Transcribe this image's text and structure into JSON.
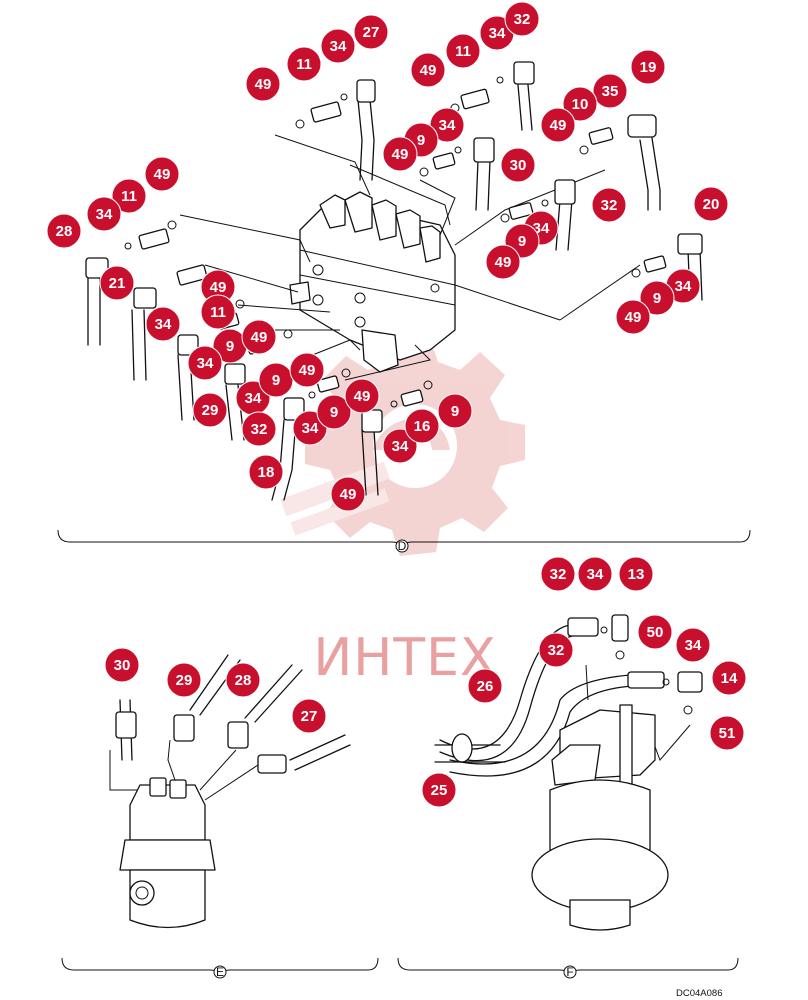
{
  "colors": {
    "callout": "#c8102e",
    "watermark": "#e8a0a0",
    "line": "#111111"
  },
  "watermark": {
    "text": "ИНТЕХ"
  },
  "sections": [
    {
      "id": "D",
      "letter": "D"
    },
    {
      "id": "E",
      "letter": "E"
    },
    {
      "id": "F",
      "letter": "F"
    }
  ],
  "drawing_code": "DC04A086",
  "callouts": [
    {
      "label": "49"
    },
    {
      "label": "11"
    },
    {
      "label": "34"
    },
    {
      "label": "27"
    },
    {
      "label": "49"
    },
    {
      "label": "11"
    },
    {
      "label": "34"
    },
    {
      "label": "32"
    },
    {
      "label": "19"
    },
    {
      "label": "35"
    },
    {
      "label": "10"
    },
    {
      "label": "49"
    },
    {
      "label": "34"
    },
    {
      "label": "9"
    },
    {
      "label": "49"
    },
    {
      "label": "30"
    },
    {
      "label": "49"
    },
    {
      "label": "11"
    },
    {
      "label": "34"
    },
    {
      "label": "28"
    },
    {
      "label": "32"
    },
    {
      "label": "34"
    },
    {
      "label": "9"
    },
    {
      "label": "49"
    },
    {
      "label": "20"
    },
    {
      "label": "21"
    },
    {
      "label": "49"
    },
    {
      "label": "11"
    },
    {
      "label": "34"
    },
    {
      "label": "34"
    },
    {
      "label": "9"
    },
    {
      "label": "49"
    },
    {
      "label": "9"
    },
    {
      "label": "49"
    },
    {
      "label": "34"
    },
    {
      "label": "29"
    },
    {
      "label": "34"
    },
    {
      "label": "32"
    },
    {
      "label": "9"
    },
    {
      "label": "34"
    },
    {
      "label": "49"
    },
    {
      "label": "9"
    },
    {
      "label": "49"
    },
    {
      "label": "18"
    },
    {
      "label": "34"
    },
    {
      "label": "16"
    },
    {
      "label": "9"
    },
    {
      "label": "49"
    },
    {
      "label": "30"
    },
    {
      "label": "29"
    },
    {
      "label": "28"
    },
    {
      "label": "27"
    },
    {
      "label": "32"
    },
    {
      "label": "34"
    },
    {
      "label": "13"
    },
    {
      "label": "50"
    },
    {
      "label": "32"
    },
    {
      "label": "34"
    },
    {
      "label": "26"
    },
    {
      "label": "14"
    },
    {
      "label": "51"
    },
    {
      "label": "25"
    }
  ]
}
